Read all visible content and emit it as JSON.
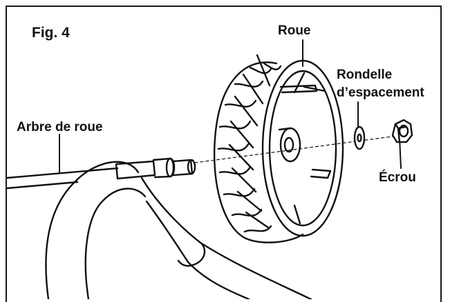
{
  "figure": {
    "title": "Fig. 4",
    "labels": {
      "wheel": "Roue",
      "spacer_line1": "Rondelle",
      "spacer_line2": "d’espacement",
      "axle": "Arbre de roue",
      "nut": "Écrou"
    }
  }
}
